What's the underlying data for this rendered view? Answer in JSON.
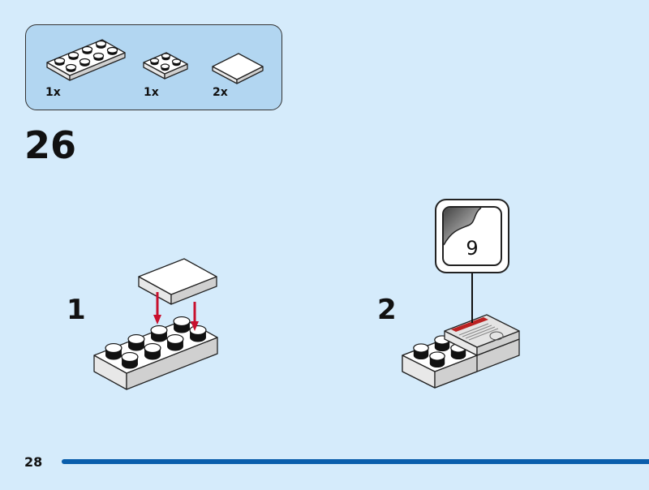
{
  "parts_panel": {
    "items": [
      {
        "part": "plate-2x4-white",
        "qty": "1x"
      },
      {
        "part": "plate-2x2-white",
        "qty": "1x"
      },
      {
        "part": "tile-2x2-white",
        "qty": "2x"
      }
    ]
  },
  "step_number": "26",
  "substeps": [
    {
      "number": "1"
    },
    {
      "number": "2",
      "sticker": "9"
    }
  ],
  "page_number": "28",
  "colors": {
    "background": "#d5ebfb",
    "panel": "#b2d6f1",
    "arrow": "#c8102e",
    "bar": "#0a5eac"
  }
}
